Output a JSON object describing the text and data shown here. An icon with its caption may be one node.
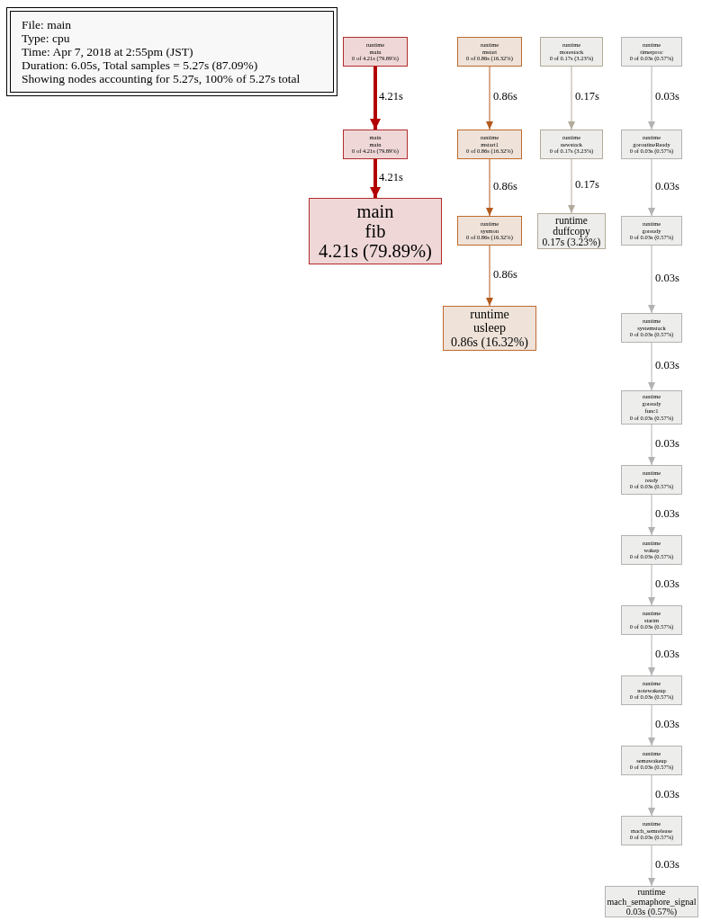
{
  "diagram": {
    "nodes": [
      {
        "text": [
          "File: main",
          "Type: cpu",
          "Time: Apr 7, 2018 at 2:55pm (JST)",
          "Duration: 6.05s, Total samples = 5.27s (87.09%)",
          "Showing nodes accounting for 5.27s, 100% of 5.27s total"
        ]
      },
      {
        "text": [
          "runtime",
          "main",
          "0 of 4.21s (79.89%)"
        ]
      },
      {
        "text": [
          "main",
          "main",
          "0 of 4.21s (79.89%)"
        ]
      },
      {
        "text": [
          "main",
          "fib",
          "4.21s (79.89%)"
        ]
      },
      {
        "text": [
          "runtime",
          "mstart",
          "0 of 0.86s (16.32%)"
        ]
      },
      {
        "text": [
          "runtime",
          "mstart1",
          "0 of 0.86s (16.32%)"
        ]
      },
      {
        "text": [
          "runtime",
          "sysmon",
          "0 of 0.86s (16.32%)"
        ]
      },
      {
        "text": [
          "runtime",
          "usleep",
          "0.86s (16.32%)"
        ]
      },
      {
        "text": [
          "runtime",
          "morestack",
          "0 of 0.17s (3.23%)"
        ]
      },
      {
        "text": [
          "runtime",
          "newstack",
          "0 of 0.17s (3.23%)"
        ]
      },
      {
        "text": [
          "runtime",
          "duffcopy",
          "0.17s (3.23%)"
        ]
      },
      {
        "text": [
          "runtime",
          "timerproc",
          "0 of 0.03s (0.57%)"
        ]
      },
      {
        "text": [
          "runtime",
          "goroutineReady",
          "0 of 0.03s (0.57%)"
        ]
      },
      {
        "text": [
          "runtime",
          "goready",
          "0 of 0.03s (0.57%)"
        ]
      },
      {
        "text": [
          "runtime",
          "systemstack",
          "0 of 0.03s (0.57%)"
        ]
      },
      {
        "text": [
          "runtime",
          "goready",
          "func1",
          "0 of 0.03s (0.57%)"
        ]
      },
      {
        "text": [
          "runtime",
          "ready",
          "0 of 0.03s (0.57%)"
        ]
      },
      {
        "text": [
          "runtime",
          "wakep",
          "0 of 0.03s (0.57%)"
        ]
      },
      {
        "text": [
          "runtime",
          "startm",
          "0 of 0.03s (0.57%)"
        ]
      },
      {
        "text": [
          "runtime",
          "notewakeup",
          "0 of 0.03s (0.57%)"
        ]
      },
      {
        "text": [
          "runtime",
          "semawakeup",
          "0 of 0.03s (0.57%)"
        ]
      },
      {
        "text": [
          "runtime",
          "mach_semrelease",
          "0 of 0.03s (0.57%)"
        ]
      },
      {
        "text": [
          "runtime",
          "mach_semaphore_signal",
          "0.03s (0.57%)"
        ]
      }
    ],
    "edges": [
      {
        "from": 1,
        "to": 2,
        "arrow": "to",
        "label": "4.21s",
        "style": "thick",
        "color": "#b20000"
      },
      {
        "from": 2,
        "to": 3,
        "arrow": "to",
        "label": "4.21s",
        "style": "thick",
        "color": "#b20000"
      },
      {
        "from": 4,
        "to": 5,
        "arrow": "to",
        "label": "0.86s",
        "color": "#b2591d"
      },
      {
        "from": 5,
        "to": 6,
        "arrow": "to",
        "label": "0.86s",
        "color": "#b2591d"
      },
      {
        "from": 6,
        "to": 7,
        "arrow": "to",
        "label": "0.86s",
        "color": "#b2591d"
      },
      {
        "from": 8,
        "to": 9,
        "arrow": "to",
        "label": "0.17s",
        "color": "#b2aa99"
      },
      {
        "from": 9,
        "to": 10,
        "arrow": "to",
        "label": "0.17s",
        "color": "#b2aa99"
      },
      {
        "from": 11,
        "to": 12,
        "arrow": "to",
        "label": "0.03s"
      },
      {
        "from": 12,
        "to": 13,
        "arrow": "to",
        "label": "0.03s"
      },
      {
        "from": 13,
        "to": 14,
        "arrow": "to",
        "label": "0.03s"
      },
      {
        "from": 14,
        "to": 15,
        "arrow": "to",
        "label": "0.03s"
      },
      {
        "from": 15,
        "to": 16,
        "arrow": "to",
        "label": "0.03s"
      },
      {
        "from": 16,
        "to": 17,
        "arrow": "to",
        "label": "0.03s"
      },
      {
        "from": 17,
        "to": 18,
        "arrow": "to",
        "label": "0.03s"
      },
      {
        "from": 18,
        "to": 19,
        "arrow": "to",
        "label": "0.03s"
      },
      {
        "from": 19,
        "to": 20,
        "arrow": "to",
        "label": "0.03s"
      },
      {
        "from": 20,
        "to": 21,
        "arrow": "to",
        "label": "0.03s"
      },
      {
        "from": 21,
        "to": 22,
        "arrow": "to",
        "label": "0.03s"
      }
    ]
  }
}
